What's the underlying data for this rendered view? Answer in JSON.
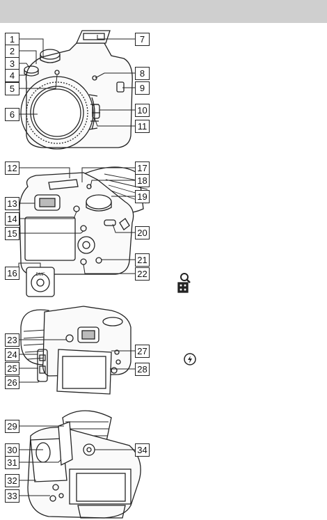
{
  "callouts": {
    "c1": "1",
    "c2": "2",
    "c3": "3",
    "c4": "4",
    "c5": "5",
    "c6": "6",
    "c7": "7",
    "c8": "8",
    "c9": "9",
    "c10": "10",
    "c11": "11",
    "c12": "12",
    "c13": "13",
    "c14": "14",
    "c15": "15",
    "c16": "16",
    "c17": "17",
    "c18": "18",
    "c19": "19",
    "c20": "20",
    "c21": "21",
    "c22": "22",
    "c23": "23",
    "c24": "24",
    "c25": "25",
    "c26": "26",
    "c27": "27",
    "c28": "28",
    "c29": "29",
    "c30": "30",
    "c31": "31",
    "c32": "32",
    "c33": "33",
    "c34": "34"
  },
  "dial_label": "DMF",
  "icons": [
    "magnify-icon",
    "index-grid-icon",
    "flash-icon"
  ]
}
